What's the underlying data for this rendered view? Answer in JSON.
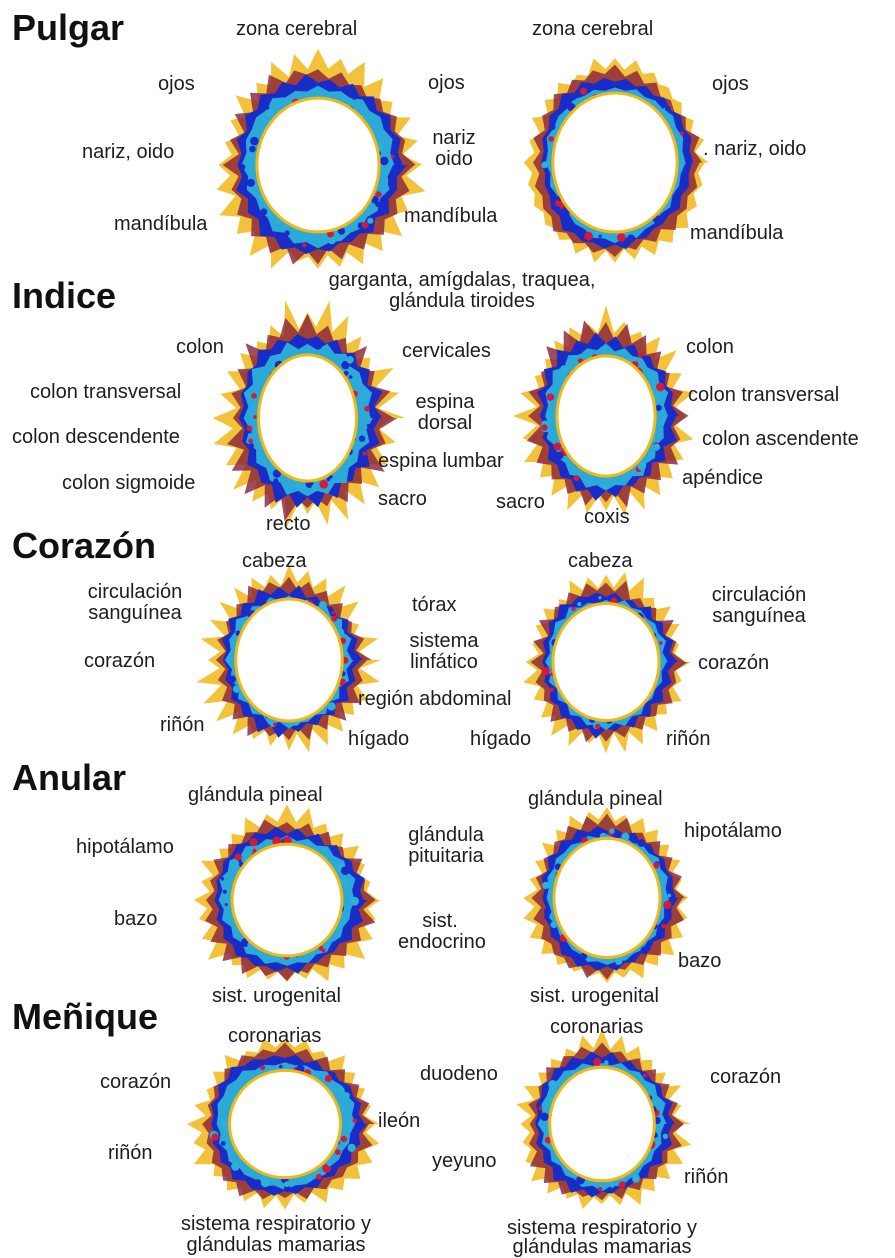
{
  "colors": {
    "ring_inner": "#1a2cc8",
    "ring_mid": "#2cb0d8",
    "ring_accent": "#d21a3c",
    "ring_outer": "#f0b818",
    "ring_edge": "#8a1e3a"
  },
  "sections": {
    "pulgar": {
      "title": "Pulgar",
      "left": {
        "zona_cerebral": "zona cerebral",
        "ojos": "ojos",
        "nariz_oido": "nariz, oido",
        "mandibula": "mandíbula"
      },
      "center": {
        "ojos": "ojos",
        "nariz_oido": [
          "nariz",
          "oido"
        ],
        "mandibula": "mandíbula",
        "garganta": [
          "garganta, amígdalas, traquea,",
          "glándula tiroides"
        ]
      },
      "right": {
        "zona_cerebral": "zona cerebral",
        "ojos": "ojos",
        "nariz_oido": ". nariz, oido",
        "mandibula": "mandíbula"
      }
    },
    "indice": {
      "title": "Indice",
      "left": {
        "colon": "colon",
        "colon_transversal": "colon transversal",
        "colon_descendente": "colon descendente",
        "colon_sigmoide": "colon sigmoide",
        "recto": "recto"
      },
      "center": {
        "cervicales": "cervicales",
        "espina_dorsal": [
          "espina",
          "dorsal"
        ],
        "espina_lumbar": "espina lumbar",
        "sacro_left": "sacro",
        "sacro_right": "sacro"
      },
      "right": {
        "colon": "colon",
        "colon_transversal": "colon transversal",
        "colon_ascendente": "colon ascendente",
        "apendice": "apéndice",
        "coxis": "coxis"
      }
    },
    "corazon": {
      "title": "Corazón",
      "left": {
        "cabeza": "cabeza",
        "circulacion": [
          "circulación",
          "sanguínea"
        ],
        "corazon": "corazón",
        "rinon": "riñón"
      },
      "center": {
        "torax": "tórax",
        "sistema_linfatico": [
          "sistema",
          "linfático"
        ],
        "region_abdominal": "región abdominal",
        "higado_left": "hígado",
        "higado_right": "hígado"
      },
      "right": {
        "cabeza": "cabeza",
        "circulacion": [
          "circulación",
          "sanguínea"
        ],
        "corazon": "corazón",
        "rinon": "riñón"
      }
    },
    "anular": {
      "title": "Anular",
      "left": {
        "glandula_pineal": "glándula pineal",
        "hipotalamo": "hipotálamo",
        "bazo": "bazo",
        "sist_urogenital": "sist. urogenital"
      },
      "center": {
        "glandula_pituitaria": [
          "glándula",
          "pituitaria"
        ],
        "sist_endocrino": [
          "sist.",
          "endocrino"
        ]
      },
      "right": {
        "glandula_pineal": "glándula pineal",
        "hipotalamo": "hipotálamo",
        "bazo": "bazo",
        "sist_urogenital": "sist. urogenital"
      }
    },
    "menique": {
      "title": "Meñique",
      "left": {
        "coronarias": "coronarias",
        "corazon": "corazón",
        "rinon": "riñón",
        "sistema_respiratorio": [
          "sistema respiratorio y",
          "glándulas mamarias"
        ]
      },
      "center": {
        "duodeno": "duodeno",
        "ileon": "ileón",
        "yeyuno": "yeyuno"
      },
      "right": {
        "coronarias": "coronarias",
        "corazon": "corazón",
        "rinon": "riñón",
        "sistema_respiratorio": [
          "sistema respiratorio y",
          "glándulas mamarias"
        ]
      }
    }
  }
}
